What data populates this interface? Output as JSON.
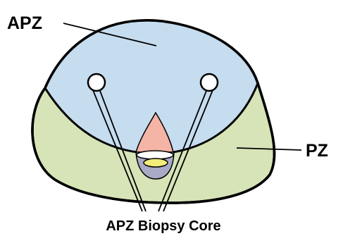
{
  "labels": {
    "apz": "APZ",
    "pz": "PZ",
    "biopsy_core": "APZ Biopsy Core"
  },
  "colors": {
    "pz_fill": "#d6e4b8",
    "apz_fill": "#c6dcef",
    "urethra_cone": "#f4b4a6",
    "white_band": "#ffffff",
    "yellow_ellipse": "#f2ec7a",
    "gray_base": "#a9abc6",
    "outline": "#000000"
  }
}
